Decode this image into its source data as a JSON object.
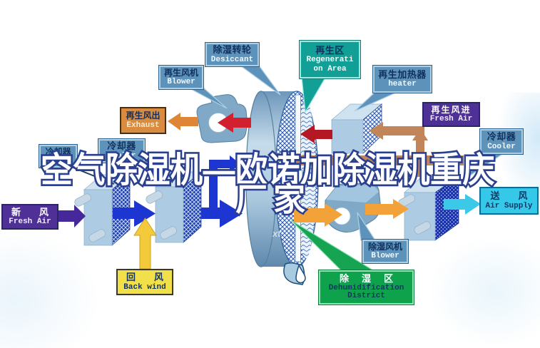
{
  "watermark": {
    "line1": "空气除湿机—欧诺加除湿机重庆",
    "line2": "厂家",
    "wheel_mark": "xt"
  },
  "labels": {
    "desiccant": {
      "zh": "除湿转轮",
      "en": "Desiccant"
    },
    "regen_blower": {
      "zh": "再生风机",
      "en": "Blower"
    },
    "regen_area": {
      "zh": "再生区",
      "en": "Regenerati on Area"
    },
    "heater": {
      "zh": "再生加热器",
      "en": "heater"
    },
    "exhaust": {
      "zh": "再生风出",
      "en": "Exhaust"
    },
    "regen_fresh_air": {
      "zh": "再生风进",
      "en": "Fresh Air"
    },
    "cooler_right": {
      "zh": "冷却器",
      "en": "Cooler"
    },
    "cooler_left_1": {
      "zh": "冷却器",
      "en": "Cooler"
    },
    "cooler_left_2": {
      "zh": "冷却器",
      "en": "Cooler"
    },
    "fresh_air": {
      "zh": "新风",
      "en": "Fresh Air"
    },
    "back_wind": {
      "zh": "回风",
      "en": "Back wind"
    },
    "dehum_blower": {
      "zh": "除湿风机",
      "en": "Blower"
    },
    "air_supply": {
      "zh": "送风",
      "en": "Air Supply"
    },
    "dehum_district": {
      "zh": "除湿区",
      "en": "Dehumidification District"
    }
  },
  "colors": {
    "steel": "#5d93bb",
    "teal": "#12a096",
    "orange-box": "#d98c3f",
    "purple-box": "#4f3096",
    "yellow-box": "#f2e04a",
    "cyan-box": "#35c8e8",
    "green-box": "#0ea24c",
    "arrow-purple": "#46289b",
    "arrow-blue": "#1d36d2",
    "arrow-yellow": "#f2ca3a",
    "arrow-red": "#d2202e",
    "arrow-darkred": "#b51825",
    "arrow-orange-light": "#df8636",
    "arrow-orange": "#f2a238",
    "arrow-tan": "#c2855a",
    "arrow-cyan": "#3cc9e8",
    "watermark-fill": "#ffffff",
    "watermark-outline": "#2a3f8e"
  }
}
